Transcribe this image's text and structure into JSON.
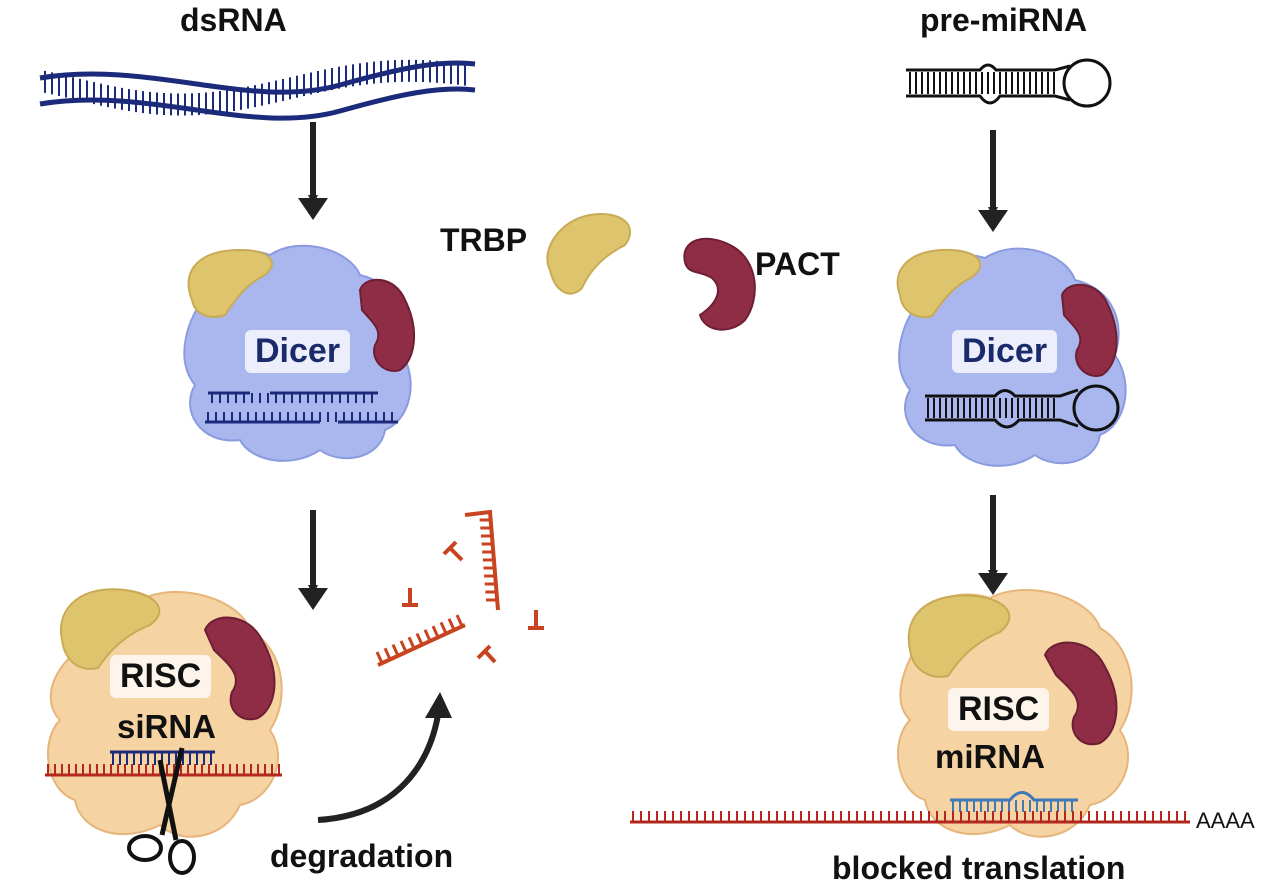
{
  "labels": {
    "dsrna": "dsRNA",
    "pre_mirna": "pre-miRNA",
    "trbp": "TRBP",
    "pact": "PACT",
    "dicer_left": "Dicer",
    "dicer_right": "Dicer",
    "risc_left": "RISC",
    "sirna": "siRNA",
    "risc_right": "RISC",
    "mirna": "miRNA",
    "degradation": "degradation",
    "blocked_translation": "blocked translation",
    "polya": "AAAA"
  },
  "colors": {
    "rna_blue": "#1b2a7a",
    "dicer_blue": "#a9b7ee",
    "dicer_text": "#1b2a6a",
    "trbp_yellow": "#dfc46e",
    "pact_red": "#8e2d45",
    "risc_peach": "#f6d3a3",
    "mrna_red": "#b3271f",
    "fragment_orange": "#c8431f",
    "mirna_blue": "#3f7ab8",
    "arrow": "#222222"
  }
}
